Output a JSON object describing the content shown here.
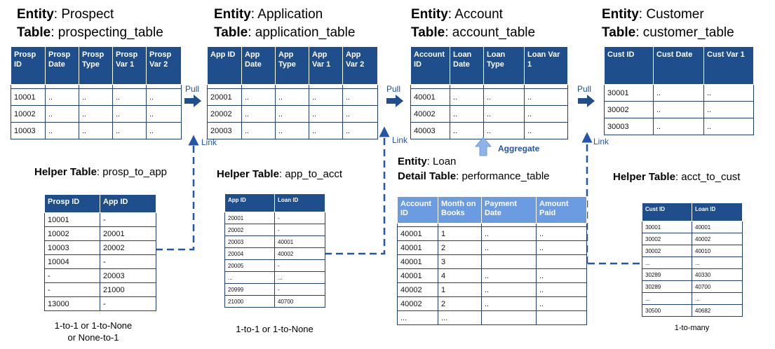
{
  "entities": {
    "prospect": {
      "entity_label": "Entity",
      "entity_value": "Prospect",
      "table_label": "Table",
      "table_value": "prospecting_table",
      "columns": [
        "Prosp ID",
        "Prosp Date",
        "Prosp Type",
        "Prosp Var 1",
        "Prosp Var 2"
      ],
      "rows": [
        [
          "10001",
          "..",
          "..",
          "..",
          ".."
        ],
        [
          "10002",
          "..",
          "..",
          "..",
          ".."
        ],
        [
          "10003",
          "..",
          "..",
          "..",
          ".."
        ]
      ]
    },
    "application": {
      "entity_label": "Entity",
      "entity_value": "Application",
      "table_label": "Table",
      "table_value": "application_table",
      "columns": [
        "App ID",
        "App Date",
        "App Type",
        "App Var 1",
        "App Var 2"
      ],
      "rows": [
        [
          "20001",
          "..",
          "..",
          "..",
          ".."
        ],
        [
          "20002",
          "..",
          "..",
          "..",
          ".."
        ],
        [
          "20003",
          "..",
          "..",
          "..",
          ".."
        ]
      ]
    },
    "account": {
      "entity_label": "Entity",
      "entity_value": "Account",
      "table_label": "Table",
      "table_value": "account_table",
      "columns": [
        "Account ID",
        "Loan Date",
        "Loan Type",
        "Loan Var 1"
      ],
      "rows": [
        [
          "40001",
          "..",
          "..",
          ".."
        ],
        [
          "40002",
          "..",
          "..",
          ".."
        ],
        [
          "40003",
          "..",
          "..",
          ".."
        ]
      ]
    },
    "customer": {
      "entity_label": "Entity",
      "entity_value": "Customer",
      "table_label": "Table",
      "table_value": "customer_table",
      "columns": [
        "Cust ID",
        "Cust Date",
        "Cust Var 1"
      ],
      "rows": [
        [
          "30001",
          "..",
          ".."
        ],
        [
          "30002",
          "..",
          ".."
        ],
        [
          "30003",
          "..",
          ".."
        ]
      ]
    },
    "loan": {
      "entity_label": "Entity",
      "entity_value": "Loan",
      "table_label": "Detail Table",
      "table_value": "performance_table",
      "columns": [
        "Account ID",
        "Month on Books",
        "Payment Date",
        "Amount Paid"
      ],
      "rows": [
        [
          "40001",
          "1",
          "..",
          ".."
        ],
        [
          "40001",
          "2",
          "..",
          ".."
        ],
        [
          "40001",
          "3",
          "",
          ""
        ],
        [
          "40001",
          "4",
          "..",
          ".."
        ],
        [
          "40002",
          "1",
          "..",
          ".."
        ],
        [
          "40002",
          "2",
          "..",
          ".."
        ],
        [
          "...",
          "...",
          "",
          ""
        ]
      ]
    }
  },
  "helpers": {
    "prosp_to_app": {
      "label": "Helper Table",
      "value": "prosp_to_app",
      "columns": [
        "Prosp ID",
        "App ID"
      ],
      "rows": [
        [
          "10001",
          "-"
        ],
        [
          "10002",
          "20001"
        ],
        [
          "10003",
          "20002"
        ],
        [
          "10004",
          "-"
        ],
        [
          "-",
          "20003"
        ],
        [
          "-",
          "21000"
        ],
        [
          "13000",
          "-"
        ]
      ],
      "caption_line1": "1-to-1 or 1-to-None",
      "caption_line2": "or None-to-1"
    },
    "app_to_acct": {
      "label": "Helper Table",
      "value": "app_to_acct",
      "columns": [
        "App ID",
        "Loan ID"
      ],
      "rows": [
        [
          "20001",
          "-"
        ],
        [
          "20002",
          "-"
        ],
        [
          "20003",
          "40001"
        ],
        [
          "20004",
          "40002"
        ],
        [
          "20005",
          "-"
        ],
        [
          "...",
          "..."
        ],
        [
          "20999",
          "-"
        ],
        [
          "21000",
          "40700"
        ]
      ],
      "caption": "1-to-1 or 1-to-None"
    },
    "acct_to_cust": {
      "label": "Helper Table",
      "value": "acct_to_cust",
      "columns": [
        "Cust ID",
        "Loan ID"
      ],
      "rows": [
        [
          "30001",
          "40001"
        ],
        [
          "30002",
          "40002"
        ],
        [
          "30002",
          "40010"
        ],
        [
          "...",
          "..."
        ],
        [
          "30289",
          "40330"
        ],
        [
          "30289",
          "40700"
        ],
        [
          "...",
          "..."
        ],
        [
          "30500",
          "40682"
        ]
      ],
      "caption": "1-to-many"
    }
  },
  "connectors": {
    "pull": "Pull",
    "link": "Link",
    "aggregate": "Aggregate"
  },
  "colors": {
    "header_dark": "#1f4e8c",
    "header_light": "#6b9be0",
    "connector": "#2256a8",
    "arrow": "#1f4e8c",
    "aggregate_arrow": "#8fb3e8"
  }
}
